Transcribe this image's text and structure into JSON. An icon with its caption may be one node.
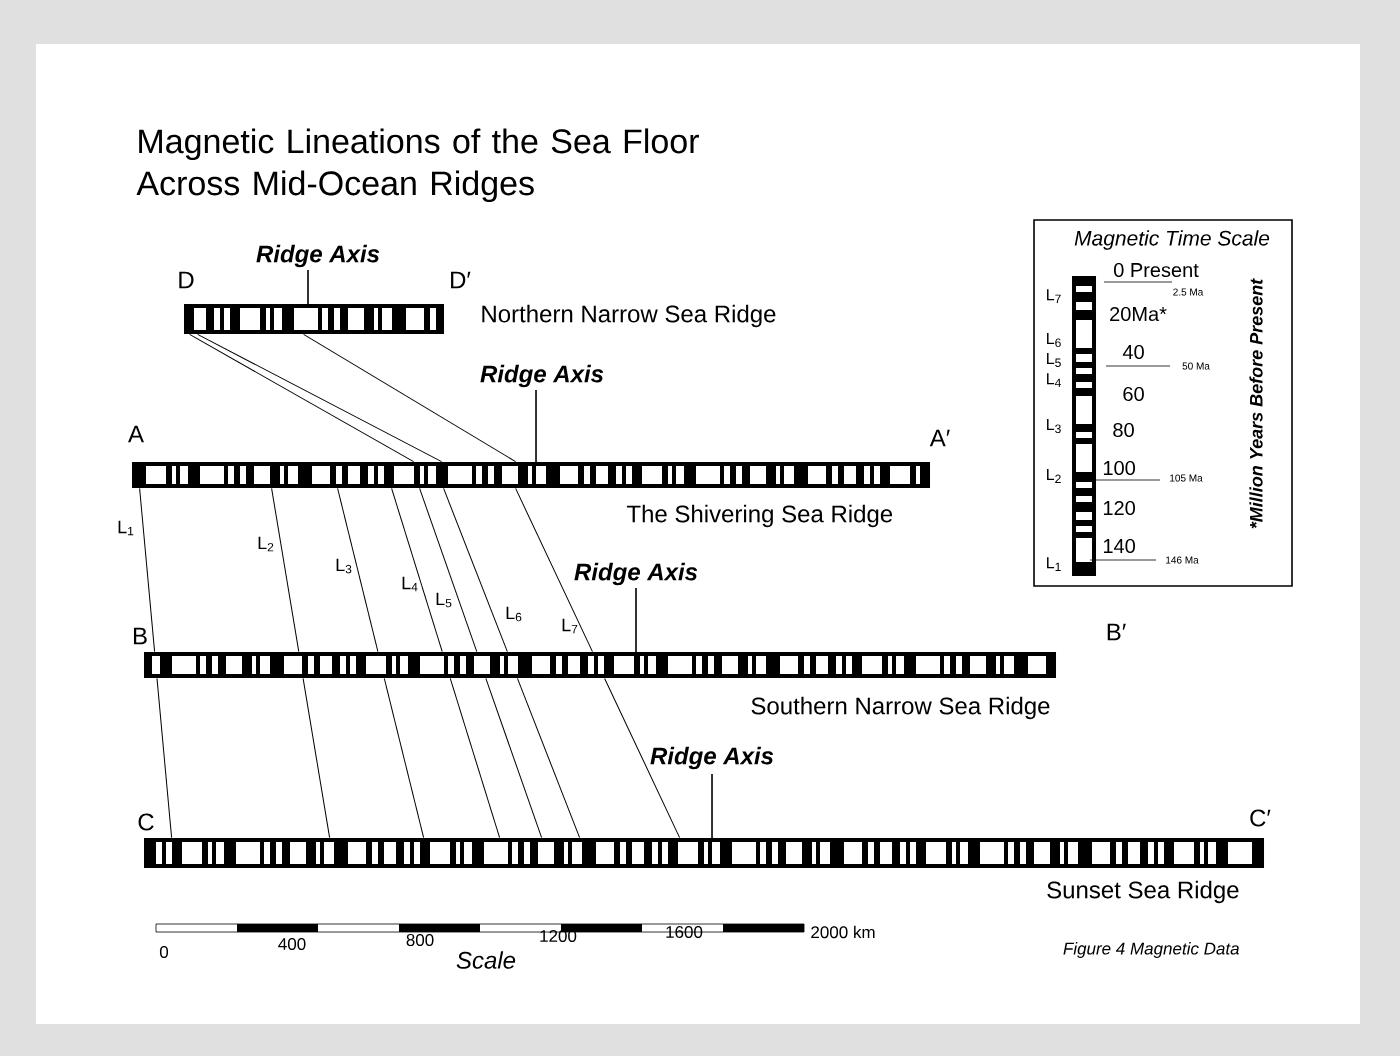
{
  "diagram": {
    "title": "Magnetic Lineations of the Sea Floor Across Mid-Ocean Ridges",
    "nodes": [
      {
        "text": [],
        "shape": "bar",
        "beside": [
          "Northern Narrow Sea Ridge"
        ]
      },
      {
        "text": [],
        "shape": "bar",
        "beside": [
          "The Shivering Sea Ridge"
        ]
      },
      {
        "text": [],
        "shape": "bar",
        "beside": [
          "Southern Narrow Sea Ridge"
        ]
      },
      {
        "text": [],
        "shape": "bar",
        "beside": [
          "Sunset Sea Ridge"
        ]
      }
    ],
    "edges": [
      {
        "from": 0,
        "to": 1,
        "arrow": "none"
      },
      {
        "from": 0,
        "to": 1,
        "arrow": "none"
      },
      {
        "from": 0,
        "to": 1,
        "arrow": "none"
      },
      {
        "from": 1,
        "to": 2,
        "arrow": "none"
      },
      {
        "from": 1,
        "to": 2,
        "arrow": "none"
      },
      {
        "from": 1,
        "to": 2,
        "arrow": "none"
      },
      {
        "from": 1,
        "to": 2,
        "arrow": "none"
      },
      {
        "from": 1,
        "to": 2,
        "arrow": "none"
      },
      {
        "from": 1,
        "to": 2,
        "arrow": "none"
      },
      {
        "from": 1,
        "to": 2,
        "arrow": "none"
      },
      {
        "from": 2,
        "to": 3,
        "arrow": "none"
      },
      {
        "from": 2,
        "to": 3,
        "arrow": "none"
      },
      {
        "from": 2,
        "to": 3,
        "arrow": "none"
      },
      {
        "from": 2,
        "to": 3,
        "arrow": "none"
      },
      {
        "from": 2,
        "to": 3,
        "arrow": "none"
      },
      {
        "from": 2,
        "to": 3,
        "arrow": "none"
      },
      {
        "from": 2,
        "to": 3,
        "arrow": "none"
      }
    ],
    "labels": [
      "D",
      "Ridge Axis",
      "D′",
      "Ridge Axis",
      "A",
      "A′",
      "L$_{1}$",
      "L$_{2}$",
      "L$_{3}$",
      "L$_{4}$",
      "L$_{5}$",
      "L$_{6}$",
      "L$_{7}$",
      "Ridge Axis",
      "B",
      "B′",
      "Ridge Axis",
      "C",
      "C′",
      "0",
      "400",
      "800",
      "1200",
      "1600",
      "2000 km",
      "Scale",
      "Figure 4 Magnetic Data",
      "Magnetic Time Scale",
      "L$_{7}$",
      "L$_{6}$",
      "L$_{5}$",
      "L$_{4}$",
      "L$_{3}$",
      "L$_{2}$",
      "L$_{1}$",
      "0 Present",
      "2.5 Ma",
      "20Ma*",
      "40",
      "50 Ma",
      "60",
      "80",
      "100",
      "105 Ma",
      "120",
      "140",
      "146 Ma",
      "*Million Years Before Present"
    ]
  }
}
